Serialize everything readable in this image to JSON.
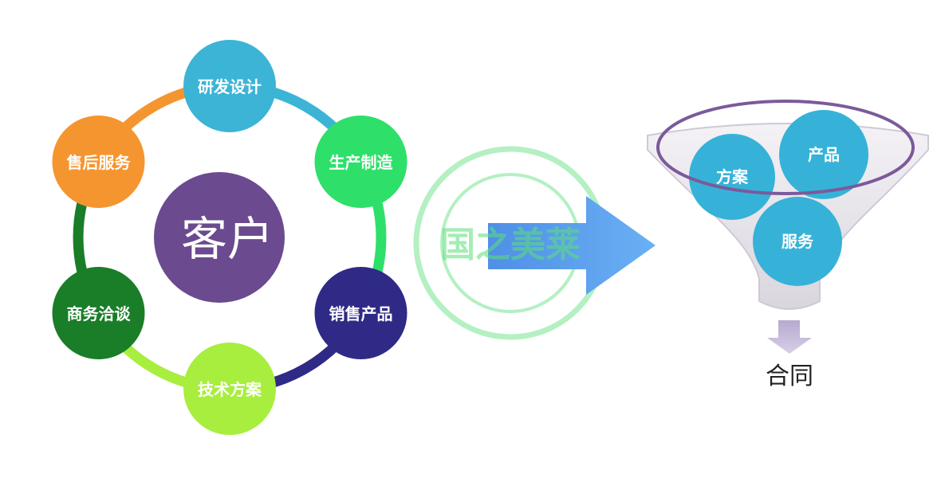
{
  "cycle": {
    "center": {
      "label": "客户",
      "color": "#6b4a8f"
    },
    "nodes": [
      {
        "label": "研发设计",
        "color": "#3cb4d6"
      },
      {
        "label": "生产制造",
        "color": "#2ee06a"
      },
      {
        "label": "销售产品",
        "color": "#2f2a86"
      },
      {
        "label": "技术方案",
        "color": "#a8ee3e"
      },
      {
        "label": "商务洽谈",
        "color": "#1a7d28"
      },
      {
        "label": "售后服务",
        "color": "#f59530"
      }
    ]
  },
  "arrow": {
    "color": "#5aa2ee"
  },
  "watermark": {
    "text": "国之美莱",
    "color": "#5be07a"
  },
  "funnel": {
    "rim_color": "#7b5a9a",
    "items": [
      {
        "label": "方案",
        "color": "#36b2d8"
      },
      {
        "label": "产品",
        "color": "#36b2d8"
      },
      {
        "label": "服务",
        "color": "#36b2d8"
      }
    ],
    "output_arrow_color": "#c4b8d8",
    "output_label": "合同"
  }
}
